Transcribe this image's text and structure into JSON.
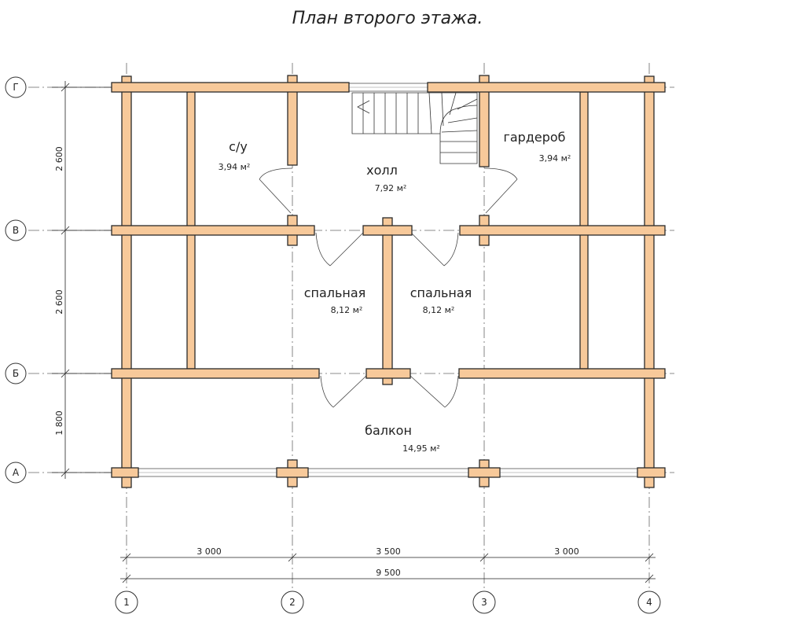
{
  "title": "План второго этажа.",
  "rooms": {
    "bathroom": {
      "name": "с/у",
      "area": "3,94 м²"
    },
    "hall": {
      "name": "холл",
      "area": "7,92 м²"
    },
    "wardrobe": {
      "name": "гардероб",
      "area": "3,94 м²"
    },
    "bedroom_left": {
      "name": "спальная",
      "area": "8,12 м²"
    },
    "bedroom_right": {
      "name": "спальная",
      "area": "8,12 м²"
    },
    "balcony": {
      "name": "балкон",
      "area": "14,95 м²"
    }
  },
  "axes": {
    "rows": [
      "Г",
      "В",
      "Б",
      "А"
    ],
    "cols": [
      "1",
      "2",
      "3",
      "4"
    ]
  },
  "dimensions": {
    "horizontal": [
      "3 000",
      "3 500",
      "3 000"
    ],
    "total": "9 500",
    "vertical": [
      "2 600",
      "2 600",
      "1 800"
    ]
  },
  "colors": {
    "wall": "#f7c99a",
    "outline": "#2a2a2a"
  }
}
